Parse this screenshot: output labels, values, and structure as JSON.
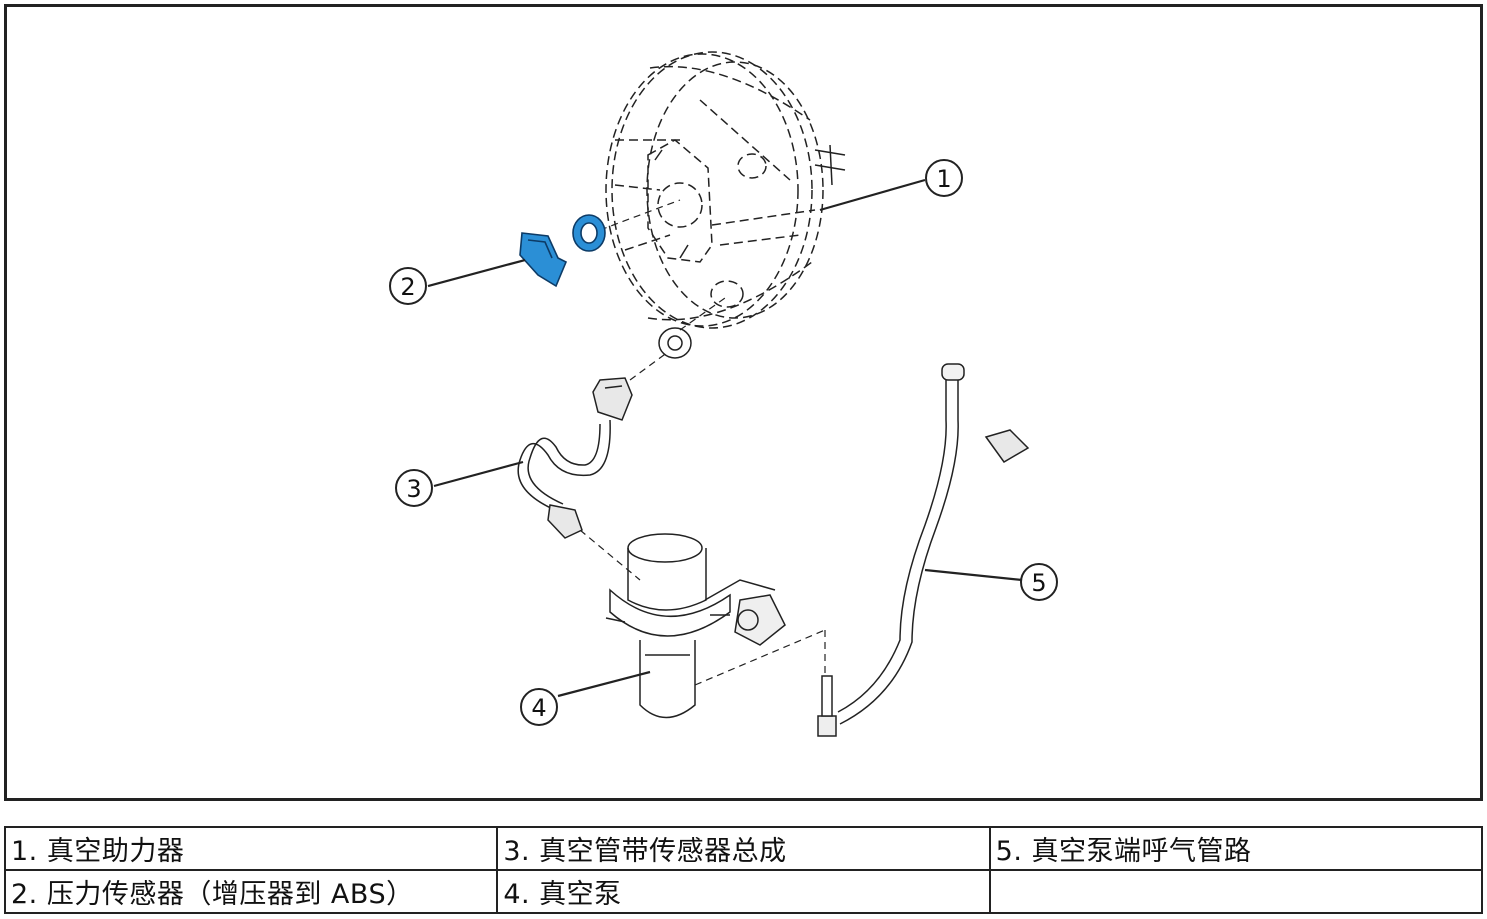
{
  "callouts": [
    {
      "num": "1"
    },
    {
      "num": "2"
    },
    {
      "num": "3"
    },
    {
      "num": "4"
    },
    {
      "num": "5"
    }
  ],
  "legend": {
    "rows": [
      [
        "1. 真空助力器",
        "3. 真空管带传感器总成",
        "5. 真空泵端呼气管路"
      ],
      [
        "2. 压力传感器（增压器到 ABS）",
        "4. 真空泵",
        ""
      ]
    ]
  },
  "colors": {
    "highlight": "#2b8fd6",
    "line": "#222222"
  }
}
